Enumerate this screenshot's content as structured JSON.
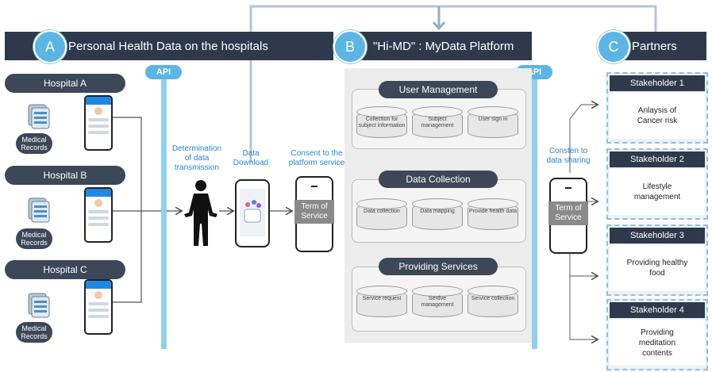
{
  "sections": {
    "a": {
      "letter": "A",
      "title": "Personal Health Data on the hospitals"
    },
    "b": {
      "letter": "B",
      "title": "\"Hi-MD\" : MyData Platform"
    },
    "c": {
      "letter": "C",
      "title": "Partners"
    }
  },
  "hospitals": [
    {
      "name": "Hospital A",
      "records": "Medical Records"
    },
    {
      "name": "Hospital B",
      "records": "Medical Records"
    },
    {
      "name": "Hospital C",
      "records": "Medical Records"
    }
  ],
  "api_label": "API",
  "flow_labels": {
    "determination": "Determination of data transmission",
    "download": "Data Download",
    "consent_platform": "Consent to the platform service",
    "consent_sharing": "Consten to data sharing"
  },
  "term_of_service": "Term of Service",
  "platform": {
    "groups": [
      {
        "title": "User Management",
        "items": [
          "Collection for subject information",
          "Subject management",
          "User sign in"
        ]
      },
      {
        "title": "Data Collection",
        "items": [
          "Data collection",
          "Data mapping",
          "Provide health data"
        ]
      },
      {
        "title": "Providing Services",
        "items": [
          "Service request",
          "Serdve management",
          "Service collection"
        ]
      }
    ]
  },
  "stakeholders": [
    {
      "header": "Stakeholder 1",
      "body": "Anlaysis of Cancer risk"
    },
    {
      "header": "Stakeholder 2",
      "body": "Lifestyle management"
    },
    {
      "header": "Stakeholder 3",
      "body": "Providing healthy food"
    },
    {
      "header": "Stakeholder 4",
      "body": "Providing meditation contents"
    }
  ],
  "colors": {
    "header_bg": "#2e3a4b",
    "accent": "#5bb5e5",
    "api_bar": "#8fd0ee",
    "label_blue": "#2a86c9"
  }
}
